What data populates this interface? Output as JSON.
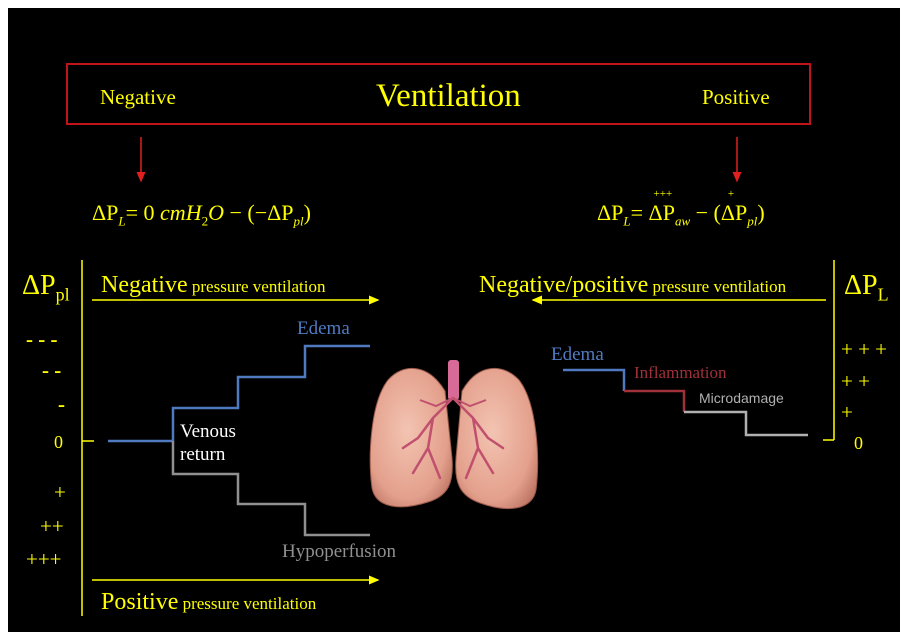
{
  "header": {
    "title": "Ventilation",
    "left_label": "Negative",
    "right_label": "Positive"
  },
  "equations": {
    "left": {
      "lhs": "ΔP",
      "lhs_sub": "L",
      "eq_body": "= 0 ",
      "unit": "cmH",
      "unit_sub": "2",
      "unit_end": "O",
      "tail": " − (−ΔP",
      "tail_sub": "pl",
      "close": ")"
    },
    "right": {
      "lhs": "ΔP",
      "lhs_sub": "L",
      "eq": "= ",
      "term1_sup": "+++",
      "term1": "ΔP",
      "term1_sub": "aw",
      "mid": " − (",
      "term2_sup": "+",
      "term2": "ΔP",
      "term2_sub": "pl",
      "close": ")"
    }
  },
  "left_panel": {
    "axis_label_main": "ΔP",
    "axis_label_sub": "pl",
    "ticks": [
      "- - -",
      "- -",
      "-",
      "0",
      "+",
      "++",
      "+++"
    ],
    "top_arrow_big": "Negative",
    "top_arrow_small": " pressure ventilation",
    "bottom_arrow_big": "Positive",
    "bottom_arrow_small": " pressure ventilation",
    "edema_label": "Edema",
    "venous_label": "Venous\nreturn",
    "hypoperfusion_label": "Hypoperfusion"
  },
  "right_panel": {
    "axis_label_main": "ΔP",
    "axis_label_sub": "L",
    "ticks": [
      "+ + +",
      "+ +",
      "+",
      "0"
    ],
    "arrow_big": "Negative/positive",
    "arrow_small": " pressure ventilation",
    "edema_label": "Edema",
    "inflammation_label": "Inflammation",
    "microdamage_label": "Microdamage"
  },
  "colors": {
    "background": "#000000",
    "text": "#ffff00",
    "box_border": "#c0141b",
    "edema": "#4f7ac0",
    "inflammation": "#a0303a",
    "hypoperfusion": "#909090",
    "venous": "#ffffff",
    "lung": "#e7a893",
    "trachea": "#d86a98"
  }
}
